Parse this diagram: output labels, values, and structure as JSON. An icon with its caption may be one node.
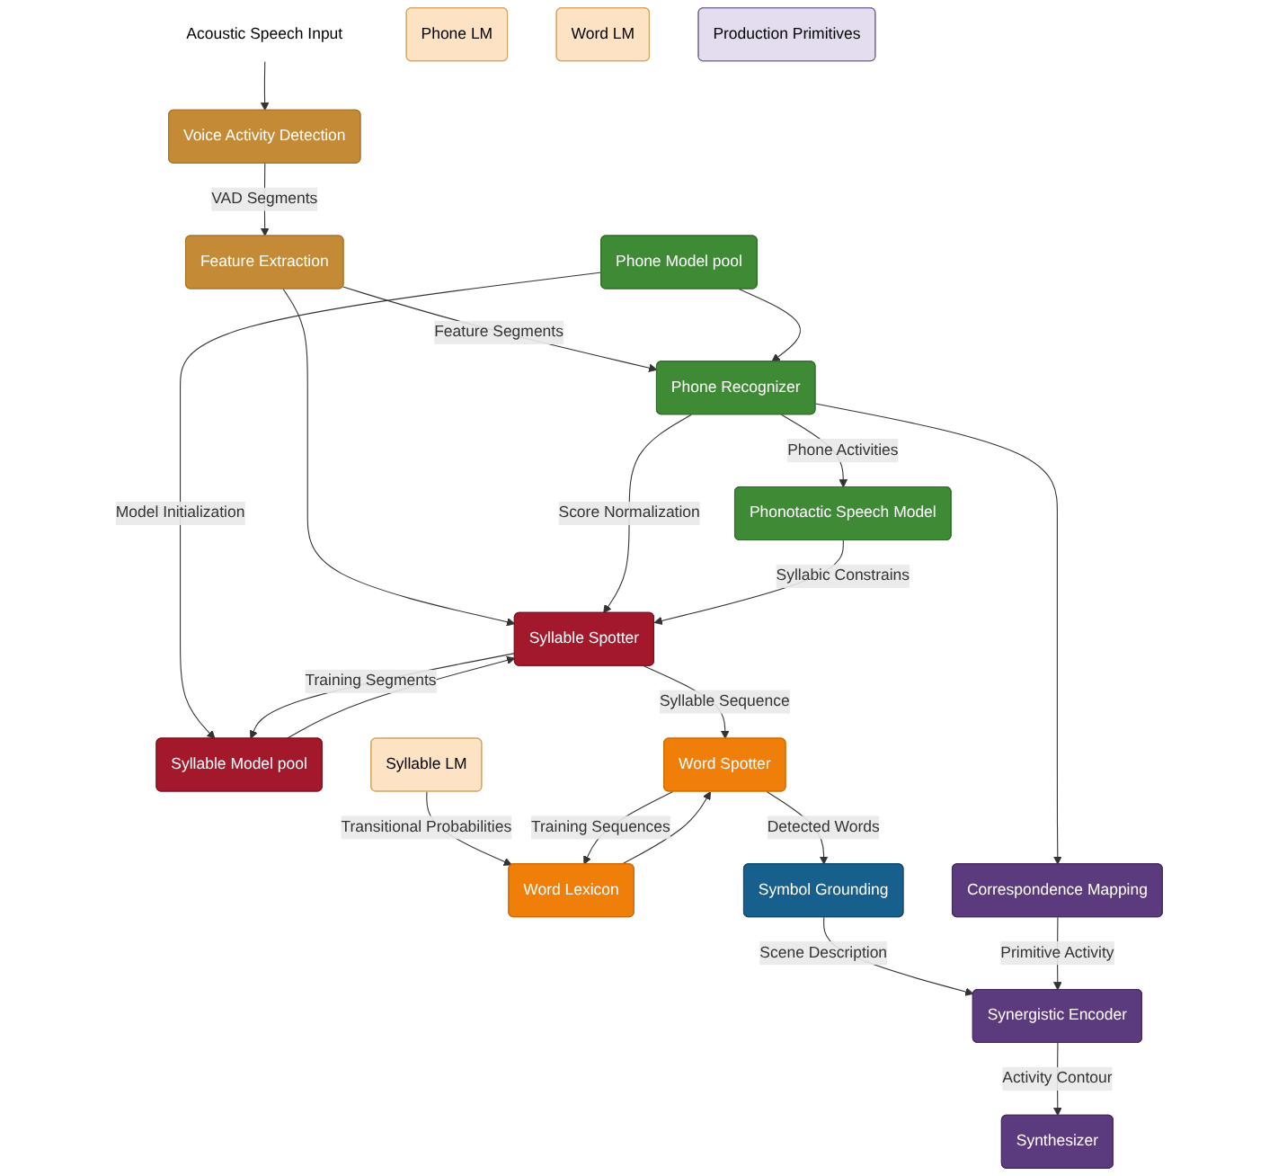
{
  "diagram": {
    "nodes": [
      {
        "text": [
          "Acoustic Speech Input"
        ]
      },
      {
        "text": [
          "Voice Activity Detection"
        ]
      },
      {
        "text": [
          "Feature Extraction"
        ]
      },
      {
        "text": [
          "Phone Model pool"
        ]
      },
      {
        "text": [
          "Syllable Model pool"
        ]
      },
      {
        "text": [
          "Word Lexicon"
        ]
      },
      {
        "text": [
          "Phone LM"
        ]
      },
      {
        "text": [
          "Phone Recognizer"
        ]
      },
      {
        "text": [
          "Syllable LM"
        ]
      },
      {
        "text": [
          "Syllable Spotter"
        ]
      },
      {
        "text": [
          "Word LM"
        ]
      },
      {
        "text": [
          "Word Spotter"
        ]
      },
      {
        "text": [
          "Phonotactic Speech Model"
        ]
      },
      {
        "text": [
          "Symbol Grounding"
        ]
      },
      {
        "text": [
          "Correspondence Mapping"
        ]
      },
      {
        "text": [
          "Synergistic Encoder"
        ]
      },
      {
        "text": [
          "Production Primitives"
        ]
      },
      {
        "text": [
          "Synthesizer"
        ]
      }
    ],
    "edges": [
      {
        "from": 0,
        "to": 1,
        "arrow": "to"
      },
      {
        "from": 1,
        "to": 2,
        "arrow": "to",
        "label": "VAD Segments"
      },
      {
        "from": 2,
        "to": 7,
        "arrow": "to",
        "label": "Feature Segments"
      },
      {
        "from": 2,
        "to": 9,
        "arrow": "to"
      },
      {
        "from": 3,
        "to": 4,
        "arrow": "to",
        "label": "Model Initialization"
      },
      {
        "from": 3,
        "to": 7,
        "arrow": "to"
      },
      {
        "from": 4,
        "to": 9,
        "arrow": "to"
      },
      {
        "from": 9,
        "to": 4,
        "arrow": "to",
        "label": "Training Segments"
      },
      {
        "from": 8,
        "to": 5,
        "arrow": "to",
        "label": "Transitional Probabilities"
      },
      {
        "from": 5,
        "to": 11,
        "arrow": "to"
      },
      {
        "from": 11,
        "to": 5,
        "arrow": "to",
        "label": "Training Sequences"
      },
      {
        "from": 7,
        "to": 9,
        "arrow": "to",
        "label": "Score Normalization"
      },
      {
        "from": 9,
        "to": 11,
        "arrow": "to",
        "label": "Syllable Sequence"
      },
      {
        "from": 7,
        "to": 12,
        "arrow": "to",
        "label": "Phone Activities"
      },
      {
        "from": 7,
        "to": 14,
        "arrow": "to"
      },
      {
        "from": 12,
        "to": 9,
        "arrow": "to",
        "label": "Syllabic Constrains"
      },
      {
        "from": 11,
        "to": 13,
        "arrow": "to",
        "label": "Detected Words"
      },
      {
        "from": 13,
        "to": 15,
        "arrow": "to",
        "label": "Scene Description"
      },
      {
        "from": 14,
        "to": 15,
        "arrow": "to",
        "label": "Primitive Activity"
      },
      {
        "from": 15,
        "to": 17,
        "arrow": "to",
        "label": "Activity Contour"
      }
    ]
  }
}
